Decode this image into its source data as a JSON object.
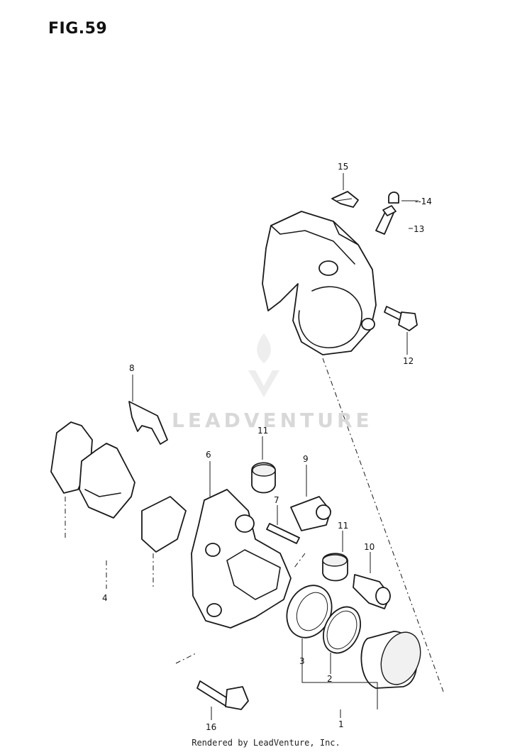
{
  "figure": {
    "title": "FIG.59"
  },
  "watermark": {
    "text": "LEADVENTURE"
  },
  "callouts": {
    "c1": "1",
    "c2": "2",
    "c3": "3",
    "c4": "4",
    "c6": "6",
    "c7": "7",
    "c8": "8",
    "c9": "9",
    "c10": "10",
    "c11a": "11",
    "c11b": "11",
    "c12": "12",
    "c13": "13",
    "c14": "14",
    "c15": "15",
    "c16": "16"
  },
  "footer": {
    "text": "Rendered by LeadVenture, Inc."
  }
}
